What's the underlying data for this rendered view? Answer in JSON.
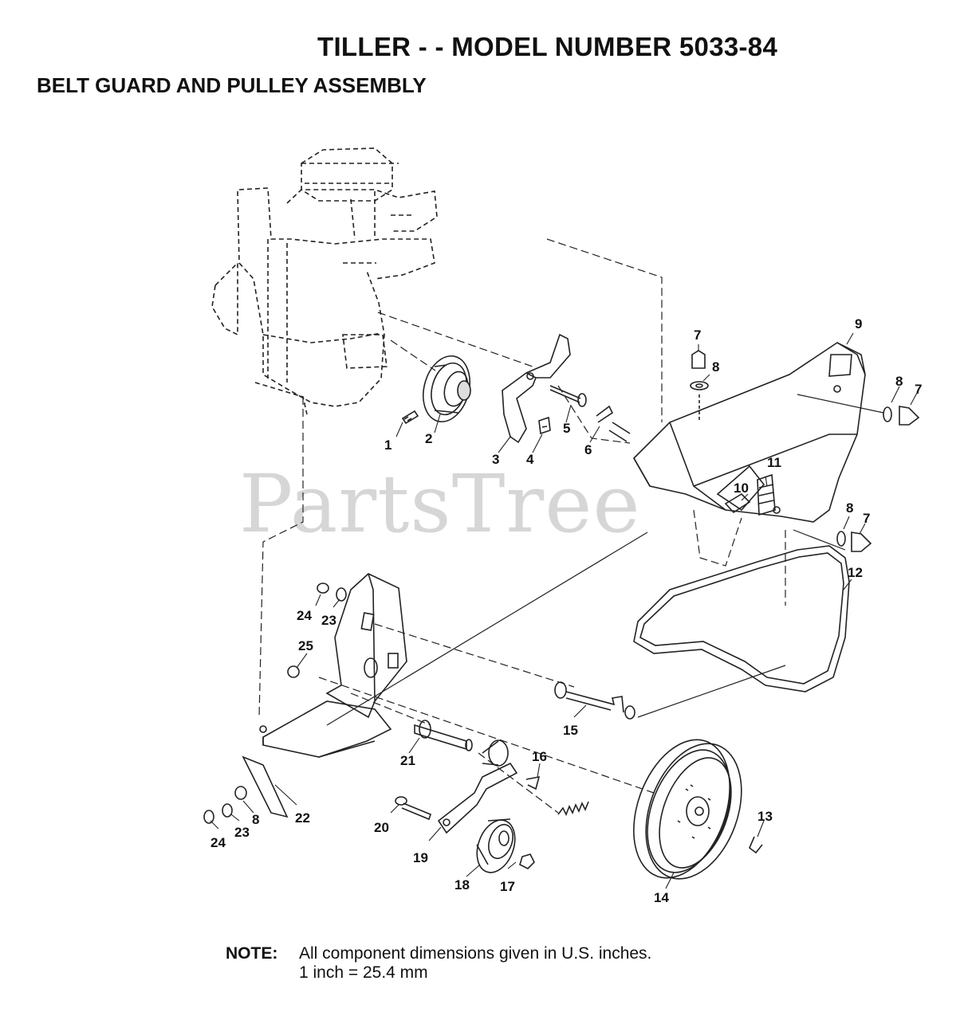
{
  "title": "TILLER - - MODEL NUMBER 5033-84",
  "subtitle": "BELT GUARD AND PULLEY ASSEMBLY",
  "watermark": "PartsTree",
  "note": {
    "label": "NOTE:",
    "line1": "All component dimensions given in U.S. inches.",
    "line2": "1 inch = 25.4 mm"
  },
  "callouts": {
    "c1": "1",
    "c2": "2",
    "c3": "3",
    "c4": "4",
    "c5": "5",
    "c6": "6",
    "c7a": "7",
    "c7b": "7",
    "c7c": "7",
    "c8a": "8",
    "c8b": "8",
    "c8c": "8",
    "c8d": "8",
    "c9": "9",
    "c10": "10",
    "c11": "11",
    "c12": "12",
    "c13": "13",
    "c14": "14",
    "c15": "15",
    "c16": "16",
    "c17": "17",
    "c18": "18",
    "c19": "19",
    "c20": "20",
    "c21": "21",
    "c22": "22",
    "c23a": "23",
    "c23b": "23",
    "c24a": "24",
    "c24b": "24",
    "c25": "25"
  }
}
